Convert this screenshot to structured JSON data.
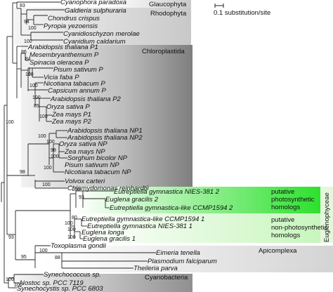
{
  "scale_bar": {
    "label": "0.1 substitution/site"
  },
  "clades": {
    "glaucophyta": "Glaucophyta",
    "rhodophyta": "Rhodophyta",
    "chloroplastida": "Chloroplastida",
    "euglenophyceae": "Euglenophyceae",
    "apicomplexa": "Apicomplexa",
    "cyanobacteria": "Cyanobacteria"
  },
  "notes": {
    "photo_1": "putative",
    "photo_2": "photosynthetic",
    "photo_3": "homologs",
    "nonphoto_1": "putative",
    "nonphoto_2": "non-photosynthetic",
    "nonphoto_3": "homologs"
  },
  "leaves": {
    "cyanophora": "Cyanophora paradoxa",
    "galdieria": "Galdieria sulphuraria",
    "chondrus": "Chondrus crispus",
    "pyropia": "Pyropia yezoensis",
    "cyanidioschyzon": "Cyanidioschyzon merolae",
    "cyanidium": "Cyanidium caldarium",
    "ath_p1": "Arabidopsis thaliana P1",
    "mesembryanthemum": "Mesembryanthemum P",
    "spinacia": "Spinacia oleracea P",
    "pisum_p": "Pisum sativum P",
    "vicia": "Vicia faba P",
    "nicotiana_p": "Nicotiana tabacum P",
    "capsicum": "Capsicum annum P",
    "ath_p2": "Arabidopsis thaliana P2",
    "oryza_p": "Oryza sativa P",
    "zea_p1": "Zea mays P1",
    "zea_p2": "Zea mays P2",
    "ath_np1": "Arabidopsis thaliana NP1",
    "ath_np2": "Arabidopsis thaliana NP2",
    "oryza_np": "Oryza sativa NP",
    "zea_np": "Zea mays NP",
    "sorghum": "Sorghum bicolor NP",
    "pisum_np": "Pisum sativum NP",
    "nicotiana_np": "Nicotiana tabacum NP",
    "volvox": "Volvox carteri",
    "chlamydomonas": "Chlamydomonas reinhardtii",
    "eutrep_2_italic": "Eutreptiella gymnastica",
    "eutrep_2_plain": " NIES-381 2",
    "euglena_g2": "Euglena gracilis 2",
    "eutrep_like2_italic": "Eutreptiella gymnastica",
    "eutrep_like2_plain": "-like CCMP1594 2",
    "eutrep_like1_italic": "Eutreptiella gymnastica",
    "eutrep_like1_plain": "-like CCMP1594 1",
    "eutrep_1_italic": "Eutreptiella gymnastica",
    "eutrep_1_plain": " NIES-381 1",
    "euglena_longa": "Euglena longa",
    "euglena_g1": "Euglena gracilis 1",
    "toxoplasma": "Toxoplasma gondii",
    "eimeria": "Eimeria tenella",
    "plasmodium": "Plasmodium falciparum",
    "theileria": "Theileria parva",
    "synechococcus_italic": "Synechococcus",
    "synechococcus_plain": " sp.",
    "nostoc_italic": "Nostoc",
    "nostoc_plain": " sp. PCC 7119",
    "synechocystis_italic": "Synechocystis",
    "synechocystis_plain": " sp. PCC 6803"
  },
  "bootstrap": {
    "b_glauco": "83",
    "b_rhodo": "94",
    "b_rhodo2": "100",
    "b_cyanid": "100",
    "b_chloro": "86",
    "b_pl1": "84",
    "b_pl2": "100",
    "b_pl3": "100",
    "b_pl4": "100",
    "b_pl5": "85",
    "b_pl6": "100",
    "b_main": "100",
    "b_np1": "100",
    "b_np2": "100",
    "b_np3": "98",
    "b_np4": "100",
    "b_np5": "100",
    "b_green": "98",
    "b_volvox": "100",
    "b_eug1": "100",
    "b_eug2": "93",
    "b_eug3": "80",
    "b_eug4": "100",
    "b_eug5": "100",
    "b_eug6": "100",
    "b_big": "93",
    "b_api1": "100",
    "b_api2": "95",
    "b_api3": "88",
    "b_cyano": "100",
    "b_cyano2": "100"
  },
  "colors": {
    "band_light": "#eeeeee",
    "band_mid": "#d9d9d9",
    "band_dark": "#8a8a8a",
    "euglena_green": "#2fd62f",
    "euglena_pale": "#eafbe5"
  }
}
